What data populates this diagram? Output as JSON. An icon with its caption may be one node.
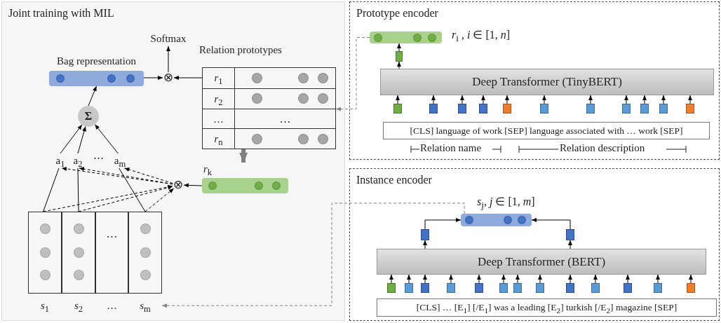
{
  "diagram": {
    "nodes": [
      {
        "text": [
          "Joint training with MIL"
        ]
      },
      {
        "text": [
          "Bag representation"
        ],
        "in": 0
      },
      {
        "text": [
          "Softmax"
        ],
        "in": 0
      },
      {
        "text": [
          "⊗"
        ],
        "in": 0
      },
      {
        "text": [
          "Relation prototypes",
          "*r*$_{1}$",
          "*r*$_{2}$",
          "…",
          "…",
          "*r*$_{n}$"
        ],
        "in": 0
      },
      {
        "text": [
          "Σ"
        ],
        "in": 0
      },
      {
        "text": [
          "a$_{1}$"
        ],
        "in": 0
      },
      {
        "text": [
          "a$_{2}$"
        ],
        "in": 0
      },
      {
        "text": [
          "a$_{m}$"
        ],
        "in": 0
      },
      {
        "text": [
          "⊗"
        ],
        "in": 0
      },
      {
        "text": [
          "*r*$_{k}$"
        ],
        "in": 0
      },
      {
        "text": [
          "*s*$_{1}$"
        ],
        "in": 0
      },
      {
        "text": [
          "*s*$_{2}$"
        ],
        "in": 0
      },
      {
        "text": [
          "…",
          "…"
        ],
        "in": 0
      },
      {
        "text": [
          "*s*$_{m}$"
        ],
        "in": 0
      },
      {
        "text": [
          "Prototype encoder"
        ]
      },
      {
        "text": [],
        "shape": "bar",
        "beside": [
          "*r*$_{i}$ , *i* ∈ [1, *n*]"
        ],
        "in": 15
      },
      {
        "text": [],
        "shape": "box",
        "in": 15
      },
      {
        "text": [
          "Deep Transformer (TinyBERT)"
        ],
        "in": 15
      },
      {
        "text": [],
        "shape": "box",
        "in": 15
      },
      {
        "text": [],
        "shape": "box",
        "in": 15
      },
      {
        "text": [],
        "shape": "box",
        "in": 15
      },
      {
        "text": [],
        "shape": "box",
        "in": 15
      },
      {
        "text": [],
        "shape": "box",
        "in": 15
      },
      {
        "text": [],
        "shape": "box",
        "in": 15
      },
      {
        "text": [],
        "shape": "box",
        "in": 15
      },
      {
        "text": [],
        "shape": "box",
        "in": 15
      },
      {
        "text": [],
        "shape": "box",
        "in": 15
      },
      {
        "text": [],
        "shape": "box",
        "in": 15
      },
      {
        "text": [],
        "shape": "box",
        "in": 15
      },
      {
        "text": [
          "[CLS] language of work [SEP] language associated with … work [SEP]"
        ],
        "in": 15
      },
      {
        "text": [
          "Instance encoder"
        ]
      },
      {
        "text": [],
        "shape": "bar",
        "beside": [
          "*s*$_{j}$, *j* ∈ [1, *m*]"
        ],
        "in": 31
      },
      {
        "text": [],
        "shape": "box",
        "in": 31
      },
      {
        "text": [],
        "shape": "box",
        "in": 31
      },
      {
        "text": [
          "Deep Transformer (BERT)"
        ],
        "in": 31
      },
      {
        "text": [],
        "shape": "box",
        "in": 31
      },
      {
        "text": [],
        "shape": "box",
        "in": 31
      },
      {
        "text": [],
        "shape": "box",
        "in": 31
      },
      {
        "text": [],
        "shape": "box",
        "in": 31
      },
      {
        "text": [],
        "shape": "box",
        "in": 31
      },
      {
        "text": [],
        "shape": "box",
        "in": 31
      },
      {
        "text": [],
        "shape": "box",
        "in": 31
      },
      {
        "text": [],
        "shape": "box",
        "in": 31
      },
      {
        "text": [],
        "shape": "box",
        "in": 31
      },
      {
        "text": [],
        "shape": "box",
        "in": 31
      },
      {
        "text": [],
        "shape": "box",
        "in": 31
      },
      {
        "text": [],
        "shape": "box",
        "in": 31
      },
      {
        "text": [],
        "shape": "box",
        "in": 31
      },
      {
        "text": [
          "[CLS] … [E$_{1}$] [/E$_{1}$] was a leading [E$_{2}$] turkish [/E$_{2}$] magazine [SEP]"
        ],
        "in": 31
      }
    ],
    "edges": [
      {
        "from": 1,
        "to": 3,
        "arrow": "to"
      },
      {
        "from": 4,
        "to": 3,
        "arrow": "to"
      },
      {
        "from": 3,
        "to": 2,
        "arrow": "to"
      },
      {
        "from": 5,
        "to": 1,
        "arrow": "to"
      },
      {
        "from": 6,
        "to": 5,
        "arrow": "to"
      },
      {
        "from": 7,
        "to": 5,
        "arrow": "to"
      },
      {
        "from": 8,
        "to": 5,
        "arrow": "to"
      },
      {
        "from": 11,
        "to": 6,
        "arrow": "none"
      },
      {
        "from": 12,
        "to": 7,
        "arrow": "none"
      },
      {
        "from": 14,
        "to": 8,
        "arrow": "none"
      },
      {
        "from": 11,
        "to": 9,
        "arrow": "to",
        "style": "dashed"
      },
      {
        "from": 12,
        "to": 9,
        "arrow": "to",
        "style": "dashed"
      },
      {
        "from": 14,
        "to": 9,
        "arrow": "to",
        "style": "dashed"
      },
      {
        "from": 9,
        "to": 6,
        "arrow": "to",
        "style": "dashed"
      },
      {
        "from": 9,
        "to": 7,
        "arrow": "to",
        "style": "dashed"
      },
      {
        "from": 9,
        "to": 8,
        "arrow": "to",
        "style": "dashed"
      },
      {
        "from": 10,
        "to": 9,
        "arrow": "to"
      },
      {
        "from": 4,
        "to": 10,
        "arrow": "to",
        "style": "thick",
        "color": "#7f7f7f"
      },
      {
        "from": 16,
        "to": 4,
        "arrow": "to",
        "style": "dashed",
        "color": "#808080"
      },
      {
        "from": 18,
        "to": 17,
        "arrow": "to"
      },
      {
        "from": 17,
        "to": 16,
        "arrow": "to"
      },
      {
        "from": 19,
        "to": 18,
        "arrow": "to"
      },
      {
        "from": 20,
        "to": 18,
        "arrow": "to"
      },
      {
        "from": 21,
        "to": 18,
        "arrow": "to"
      },
      {
        "from": 22,
        "to": 18,
        "arrow": "to"
      },
      {
        "from": 23,
        "to": 18,
        "arrow": "to"
      },
      {
        "from": 24,
        "to": 18,
        "arrow": "to"
      },
      {
        "from": 25,
        "to": 18,
        "arrow": "to"
      },
      {
        "from": 26,
        "to": 18,
        "arrow": "to"
      },
      {
        "from": 27,
        "to": 18,
        "arrow": "to"
      },
      {
        "from": 28,
        "to": 18,
        "arrow": "to"
      },
      {
        "from": 29,
        "to": 18,
        "arrow": "to"
      },
      {
        "from": 32,
        "to": 14,
        "arrow": "to",
        "style": "dashed",
        "color": "#808080"
      },
      {
        "from": 35,
        "to": 33,
        "arrow": "to"
      },
      {
        "from": 35,
        "to": 34,
        "arrow": "to"
      },
      {
        "from": 33,
        "to": 32,
        "arrow": "to"
      },
      {
        "from": 34,
        "to": 32,
        "arrow": "to"
      },
      {
        "from": 36,
        "to": 35,
        "arrow": "to"
      },
      {
        "from": 37,
        "to": 35,
        "arrow": "to"
      },
      {
        "from": 38,
        "to": 35,
        "arrow": "to"
      },
      {
        "from": 39,
        "to": 35,
        "arrow": "to"
      },
      {
        "from": 40,
        "to": 35,
        "arrow": "to"
      },
      {
        "from": 41,
        "to": 35,
        "arrow": "to"
      },
      {
        "from": 42,
        "to": 35,
        "arrow": "to"
      },
      {
        "from": 43,
        "to": 35,
        "arrow": "to"
      },
      {
        "from": 44,
        "to": 35,
        "arrow": "to"
      },
      {
        "from": 45,
        "to": 35,
        "arrow": "to"
      },
      {
        "from": 46,
        "to": 35,
        "arrow": "to"
      },
      {
        "from": 47,
        "to": 35,
        "arrow": "to"
      },
      {
        "from": 48,
        "to": 35,
        "arrow": "to"
      }
    ],
    "labels": [
      "⋯",
      "Relation name",
      "Relation description"
    ]
  }
}
